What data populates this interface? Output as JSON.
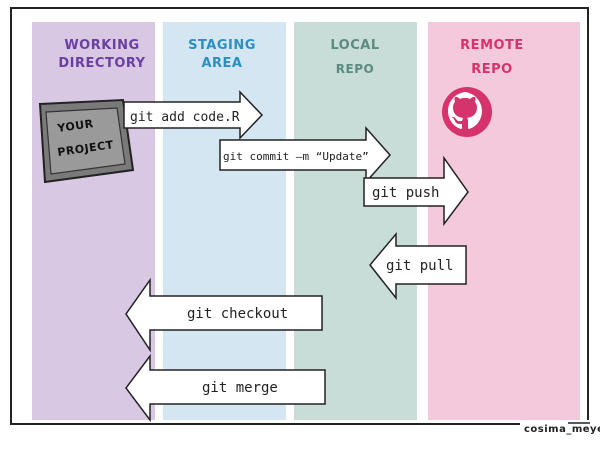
{
  "columns": [
    {
      "id": "working",
      "lines": [
        "WORKING",
        "DIRECTORY"
      ],
      "color": "#6b3fa0",
      "fill": "#d7c6e3"
    },
    {
      "id": "staging",
      "lines": [
        "STAGING",
        "AREA"
      ],
      "color": "#2b8fbf",
      "fill": "#d3e6f1"
    },
    {
      "id": "local",
      "lines": [
        "LOCAL",
        "REPO"
      ],
      "color": "#5a8a80",
      "fill": "#c9dcd8"
    },
    {
      "id": "remote",
      "lines": [
        "REMOTE",
        "REPO"
      ],
      "color": "#d6336c",
      "fill": "#f2c8da"
    }
  ],
  "project_box": {
    "lines": [
      "YOUR",
      "PROJECT"
    ]
  },
  "commands": {
    "add": "git add code.R",
    "commit": "git commit –m “Update”",
    "push": "git push",
    "pull": "git pull",
    "checkout": "git checkout",
    "merge": "git merge"
  },
  "logo": {
    "icon": "github-icon",
    "color": "#d6336c"
  },
  "credit": "cosima_meyer"
}
